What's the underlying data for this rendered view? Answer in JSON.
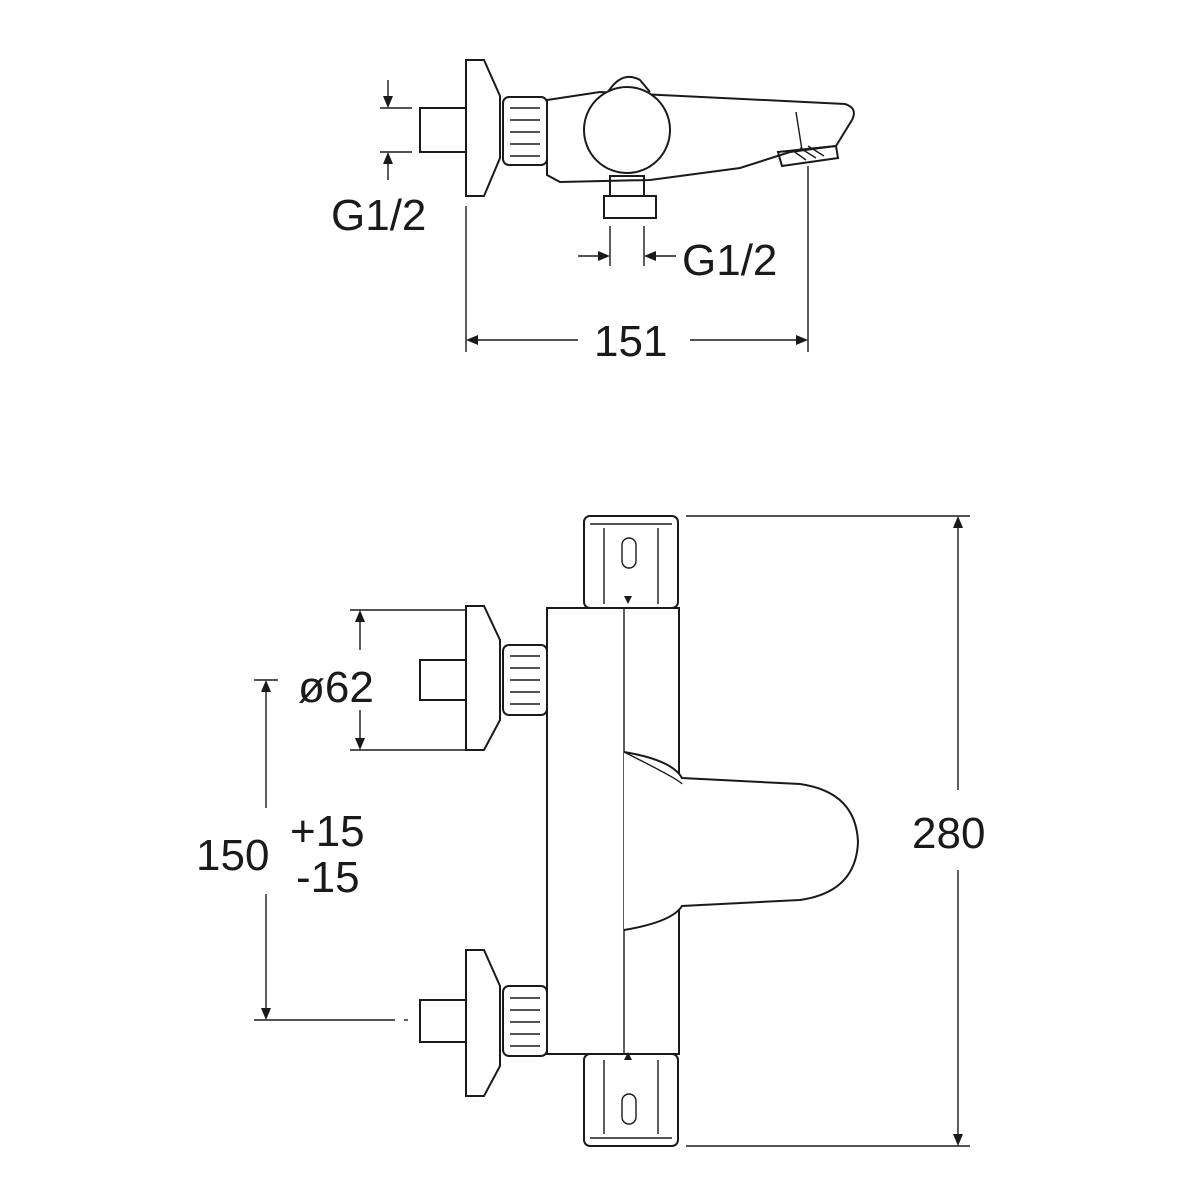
{
  "top_view": {
    "inlet_thread_label": "G1/2",
    "outlet_thread_label": "G1/2",
    "width_label": "151"
  },
  "front_view": {
    "escutcheon_diameter_label": "ø62",
    "inlet_spacing_label": "150",
    "tolerance_plus_label": "+15",
    "tolerance_minus_label": "-15",
    "height_label": "280",
    "top_handle_marking": "0",
    "bottom_handle_marking": "0"
  }
}
